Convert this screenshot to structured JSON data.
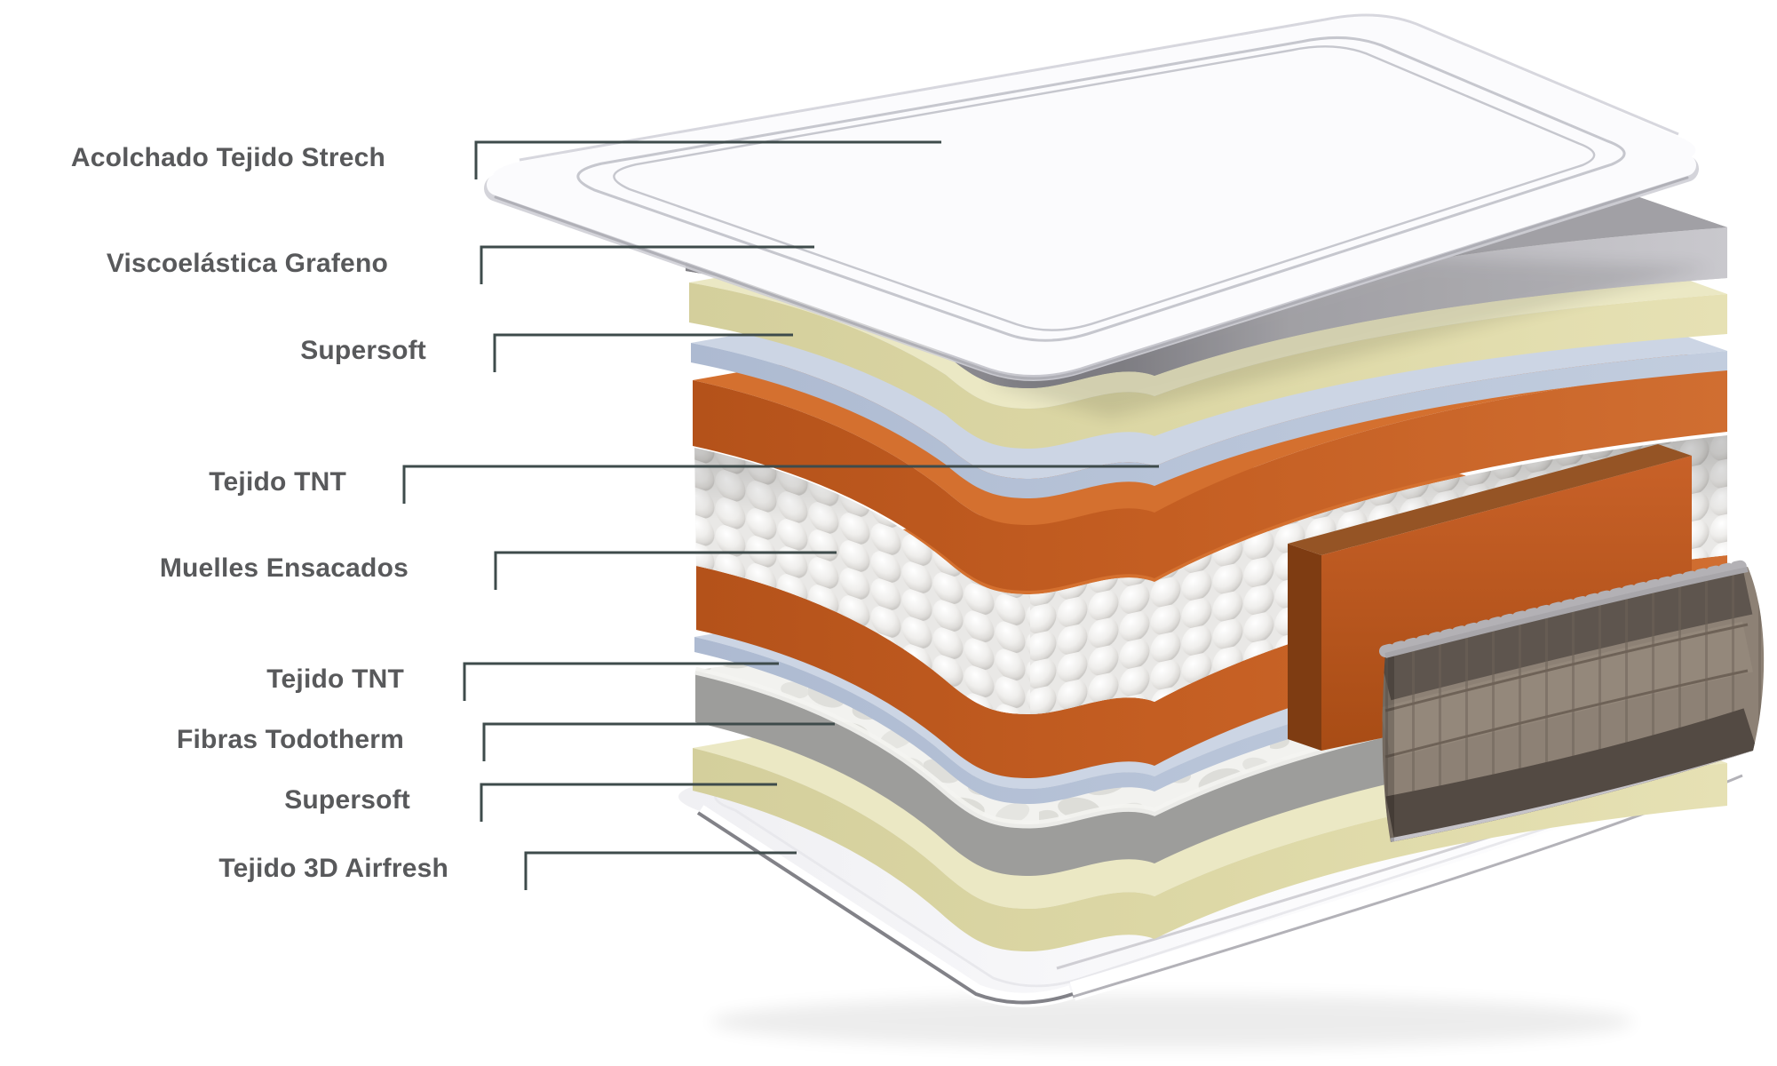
{
  "diagram": {
    "labels": [
      "Acolchado Tejido Strech",
      "Viscoelástica Grafeno",
      "Supersoft",
      "Tejido TNT",
      "Muelles Ensacados",
      "Tejido TNT",
      "Fibras Todotherm",
      "Supersoft",
      "Tejido 3D Airfresh"
    ]
  },
  "colors": {
    "background": "#ffffff",
    "label_text": "#58595b",
    "leader_line": "#3e4b4b",
    "quilt_white": "#fbfbfd",
    "quilt_stitch": "#c6c7ce",
    "visco_gray_top": "#a1a0a5",
    "visco_gray_front": "#8a898f",
    "supersoft_cream_top": "#ebe8c4",
    "supersoft_cream_front": "#dcd7a4",
    "tnt_blue_top": "#ccd5e4",
    "tnt_blue_front": "#b6c2d6",
    "spring_orange_top": "#d4702f",
    "spring_orange_front": "#c25c20",
    "spring_white": "#f3f2f0",
    "fibras_gray_front": "#9d9d9b",
    "fibras_white_top": "#f2f2ef",
    "base_white": "#fdfdfe",
    "side_slab_orange": "#c45e24",
    "side_fabric_brown": "#8d8175",
    "side_fabric_dark": "#5e554e"
  }
}
